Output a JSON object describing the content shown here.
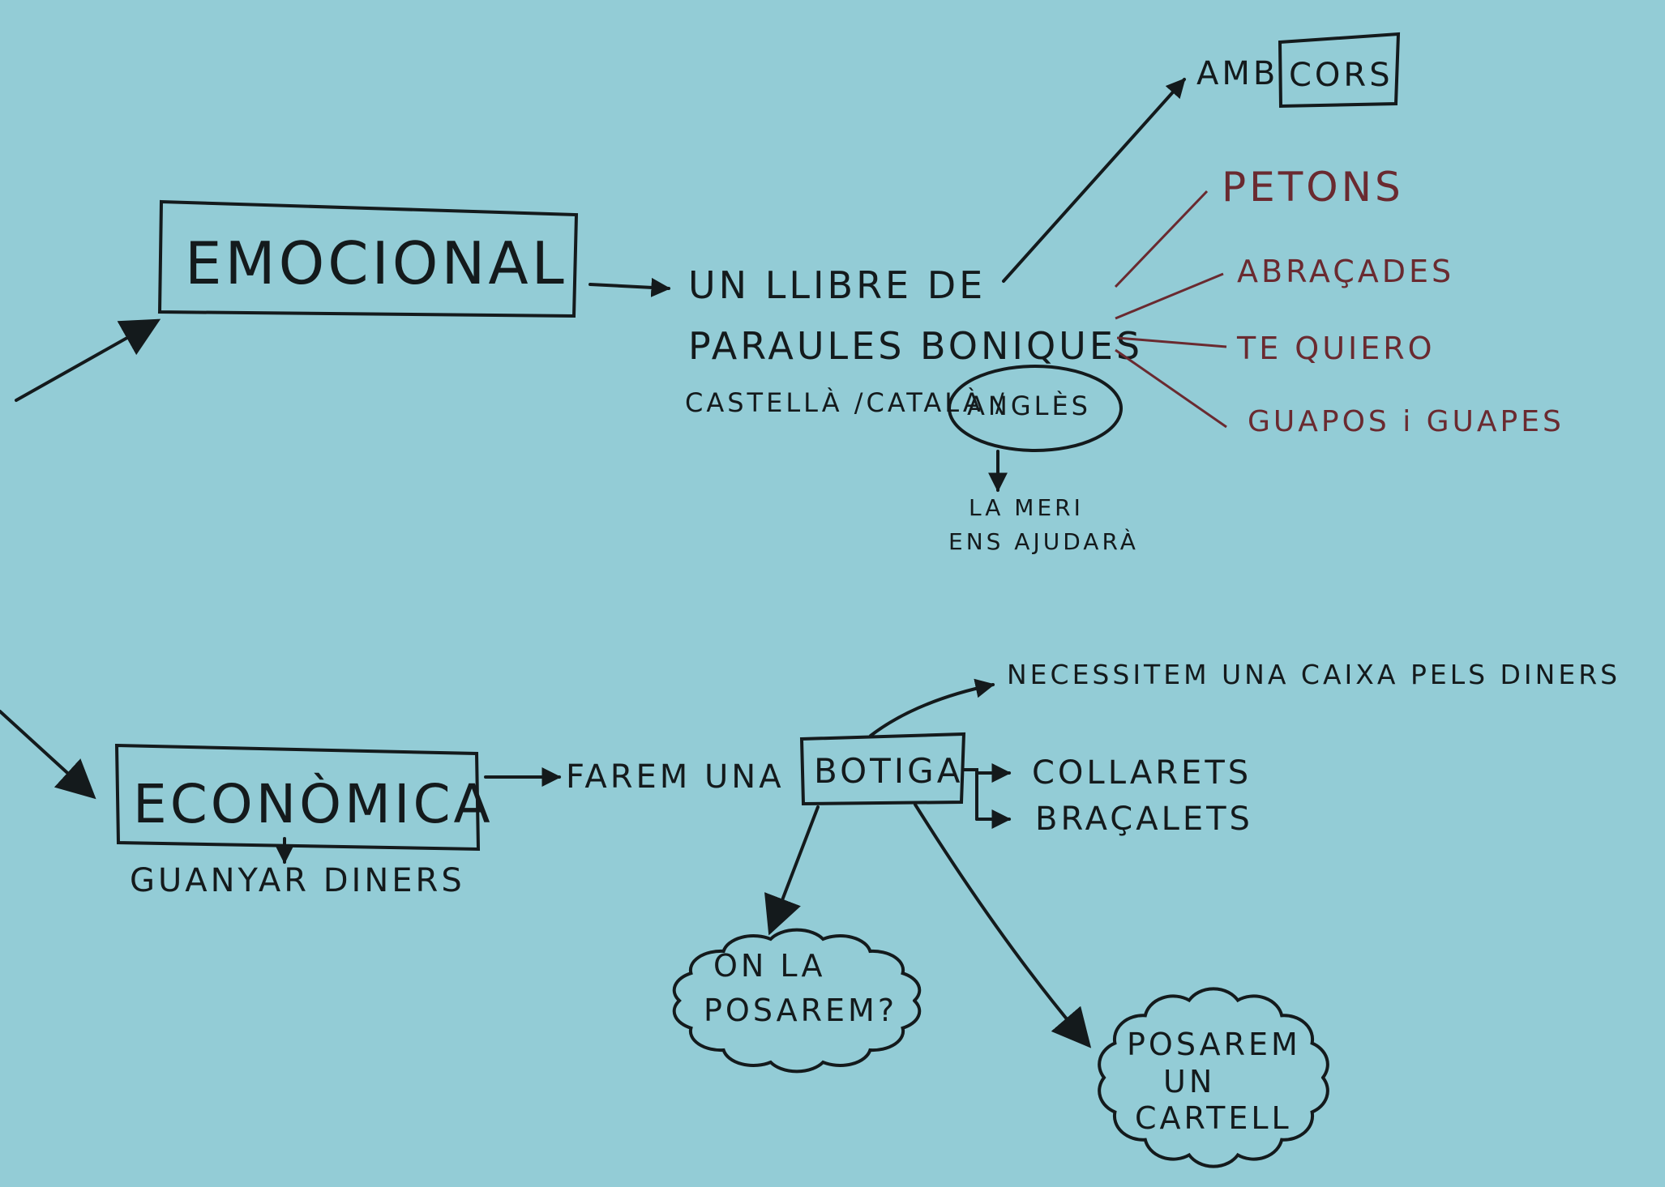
{
  "colors": {
    "paper": "#93ccd6",
    "ink": "#141a1c",
    "red_ink": "#6a2a30"
  },
  "emotional": {
    "title": "EMOCIONAL",
    "idea_line1": "UN LLIBRE DE",
    "idea_line2": "PARAULES BONIQUES",
    "languages": "CASTELLÀ /CATALÀ /",
    "language_circled": "ANGLÈS",
    "helper_line1": "LA MERI",
    "helper_line2": "ENS AJUDARÀ",
    "with_label": "AMB",
    "with_boxed": "CORS",
    "words": [
      "PETONS",
      "ABRAÇADES",
      "TE QUIERO",
      "GUAPOS i GUAPES"
    ]
  },
  "economic": {
    "title": "ECONÒMICA",
    "subtitle": "GUANYAR DINERS",
    "action": "FAREM UNA",
    "shop": "BOTIGA",
    "need": "NECESSITEM UNA CAIXA PELS DINERS",
    "products": [
      "COLLARETS",
      "BRAÇALETS"
    ],
    "cloud1_line1": "ON LA",
    "cloud1_line2": "POSAREM?",
    "cloud2_line1": "POSAREM",
    "cloud2_line2": "UN",
    "cloud2_line3": "CARTELL"
  }
}
